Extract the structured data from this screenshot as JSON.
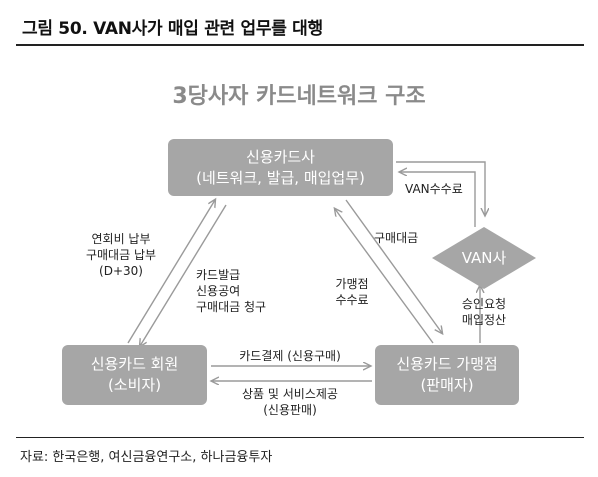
{
  "figure": {
    "title": "그림 50. VAN사가 매입 관련 업무를 대행",
    "source": "자료: 한국은행, 여신금융연구소, 하나금융투자"
  },
  "diagram": {
    "title": "3당사자 카드네트워크 구조",
    "nodes": {
      "card_company": {
        "line1": "신용카드사",
        "line2": "(네트워크, 발급, 매입업무)"
      },
      "member": {
        "line1": "신용카드 회원",
        "line2": "(소비자)"
      },
      "merchant": {
        "line1": "신용카드 가맹점",
        "line2": "(판매자)"
      },
      "van": {
        "label": "VAN사"
      }
    },
    "edge_labels": {
      "member_to_card": {
        "line1": "연회비 납부",
        "line2": "구매대금 납부",
        "line3": "(D+30)"
      },
      "card_to_member": {
        "line1": "카드발급",
        "line2": "신용공여",
        "line3": "구매대금 청구"
      },
      "card_to_merchant": {
        "line1": "구매대금"
      },
      "merchant_to_card": {
        "line1": "가맹점",
        "line2": "수수료"
      },
      "card_to_van": {
        "line1": "VAN수수료"
      },
      "van_to_merchant": {
        "line1": "승인요청",
        "line2": "매입정산"
      },
      "member_to_merchant": {
        "line1": "카드결제 (신용구매)"
      },
      "merchant_to_member": {
        "line1": "상품 및 서비스제공",
        "line2": "(신용판매)"
      }
    }
  },
  "colors": {
    "box_fill": "#a6a6a6",
    "arrow": "#9a9a9a",
    "title_gray": "#8a8a8a"
  }
}
